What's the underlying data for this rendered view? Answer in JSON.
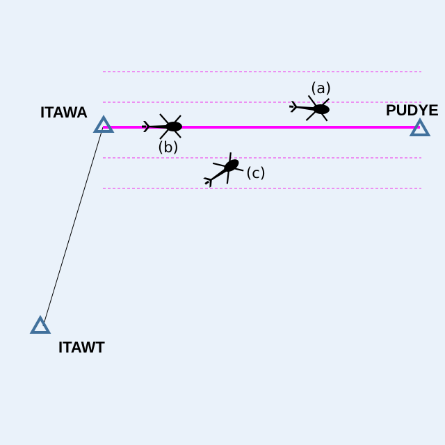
{
  "diagram": {
    "waypoints": [
      {
        "id": "itawa",
        "name": "ITAWA"
      },
      {
        "id": "pudye",
        "name": "PUDYE"
      },
      {
        "id": "itawt",
        "name": "ITAWT"
      }
    ],
    "helicopters": [
      {
        "id": "a",
        "label": "(a)",
        "position": "above route, inside upper corridor"
      },
      {
        "id": "b",
        "label": "(b)",
        "position": "on route centreline"
      },
      {
        "id": "c",
        "label": "(c)",
        "position": "below route, inside lower corridor, heading crossing"
      }
    ],
    "route": {
      "from": "ITAWA",
      "to": "PUDYE",
      "color": "#ff00ff"
    },
    "connector": {
      "from": "ITAWT",
      "to": "ITAWA",
      "color": "#000000"
    },
    "corridor_lines_color": "#ee55ee",
    "waypoint_color": "#41719c",
    "background": "#eaf2fa"
  }
}
